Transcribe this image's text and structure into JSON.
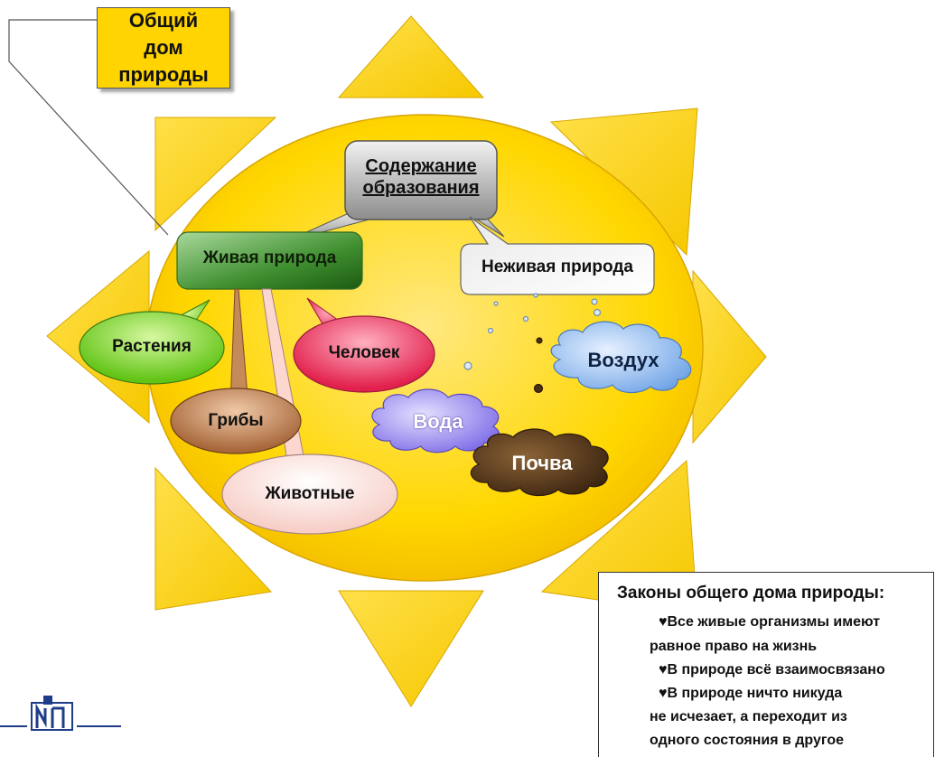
{
  "title": "Общий дом природы",
  "center": [
    "Содержание",
    "образования"
  ],
  "living": "Живая природа",
  "nonliving": "Неживая природа",
  "living_items": {
    "plants": "Растения",
    "fungi": "Грибы",
    "animals": "Животные",
    "human": "Человек"
  },
  "nonliving_items": {
    "air": "Воздух",
    "water": "Вода",
    "soil": "Почва"
  },
  "laws": {
    "title": "Законы общего дома природы:",
    "bullet": "♥",
    "lines": [
      {
        "bullet": true,
        "text": "Все живые организмы имеют"
      },
      {
        "bullet": false,
        "text": "равное право на жизнь"
      },
      {
        "bullet": true,
        "text": "В природе всё взаимосвязано"
      },
      {
        "bullet": true,
        "text": "В природе ничто никуда"
      },
      {
        "bullet": false,
        "text": "не исчезает, а переходит из"
      },
      {
        "bullet": false,
        "text": "одного состояния в другое"
      }
    ]
  },
  "colors": {
    "sun": "#ffd700",
    "rays": "#ffd21f",
    "living_box": "#3a8a2a",
    "plants": "#7fdc2a",
    "fungi": "#b5784a",
    "human": "#f03a63",
    "animals": "#fde6e2",
    "water": "#8b7cf0",
    "air": "#7fb0ee",
    "soil": "#5a3a18"
  }
}
